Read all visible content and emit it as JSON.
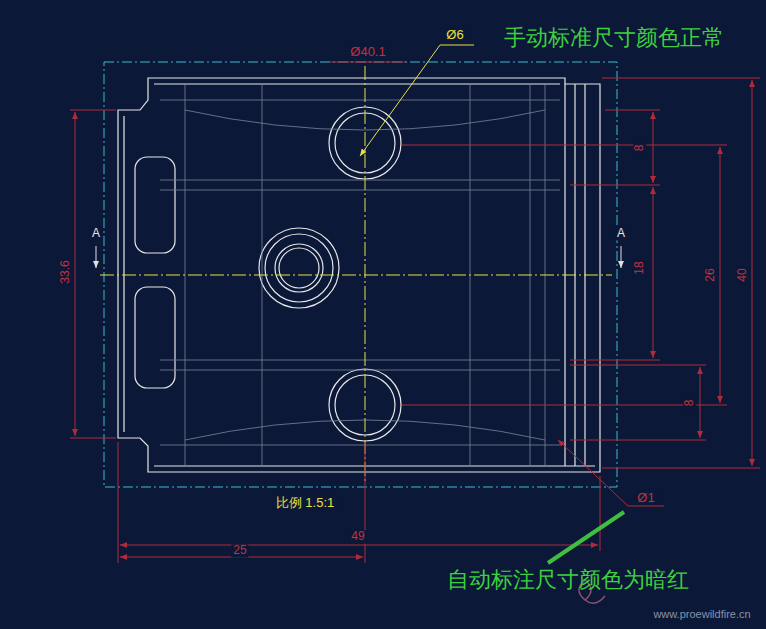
{
  "diagram": {
    "labels": [
      "Ø6",
      "手动标准尺寸颜色正常",
      "Ø40.1",
      "8",
      "A",
      "A",
      "33.6",
      "18",
      "26",
      "40",
      "8",
      "Ø1",
      "比例 1.5:1",
      "49",
      "25",
      "自动标注尺寸颜色为暗红",
      "www.proewildfire.cn"
    ]
  }
}
